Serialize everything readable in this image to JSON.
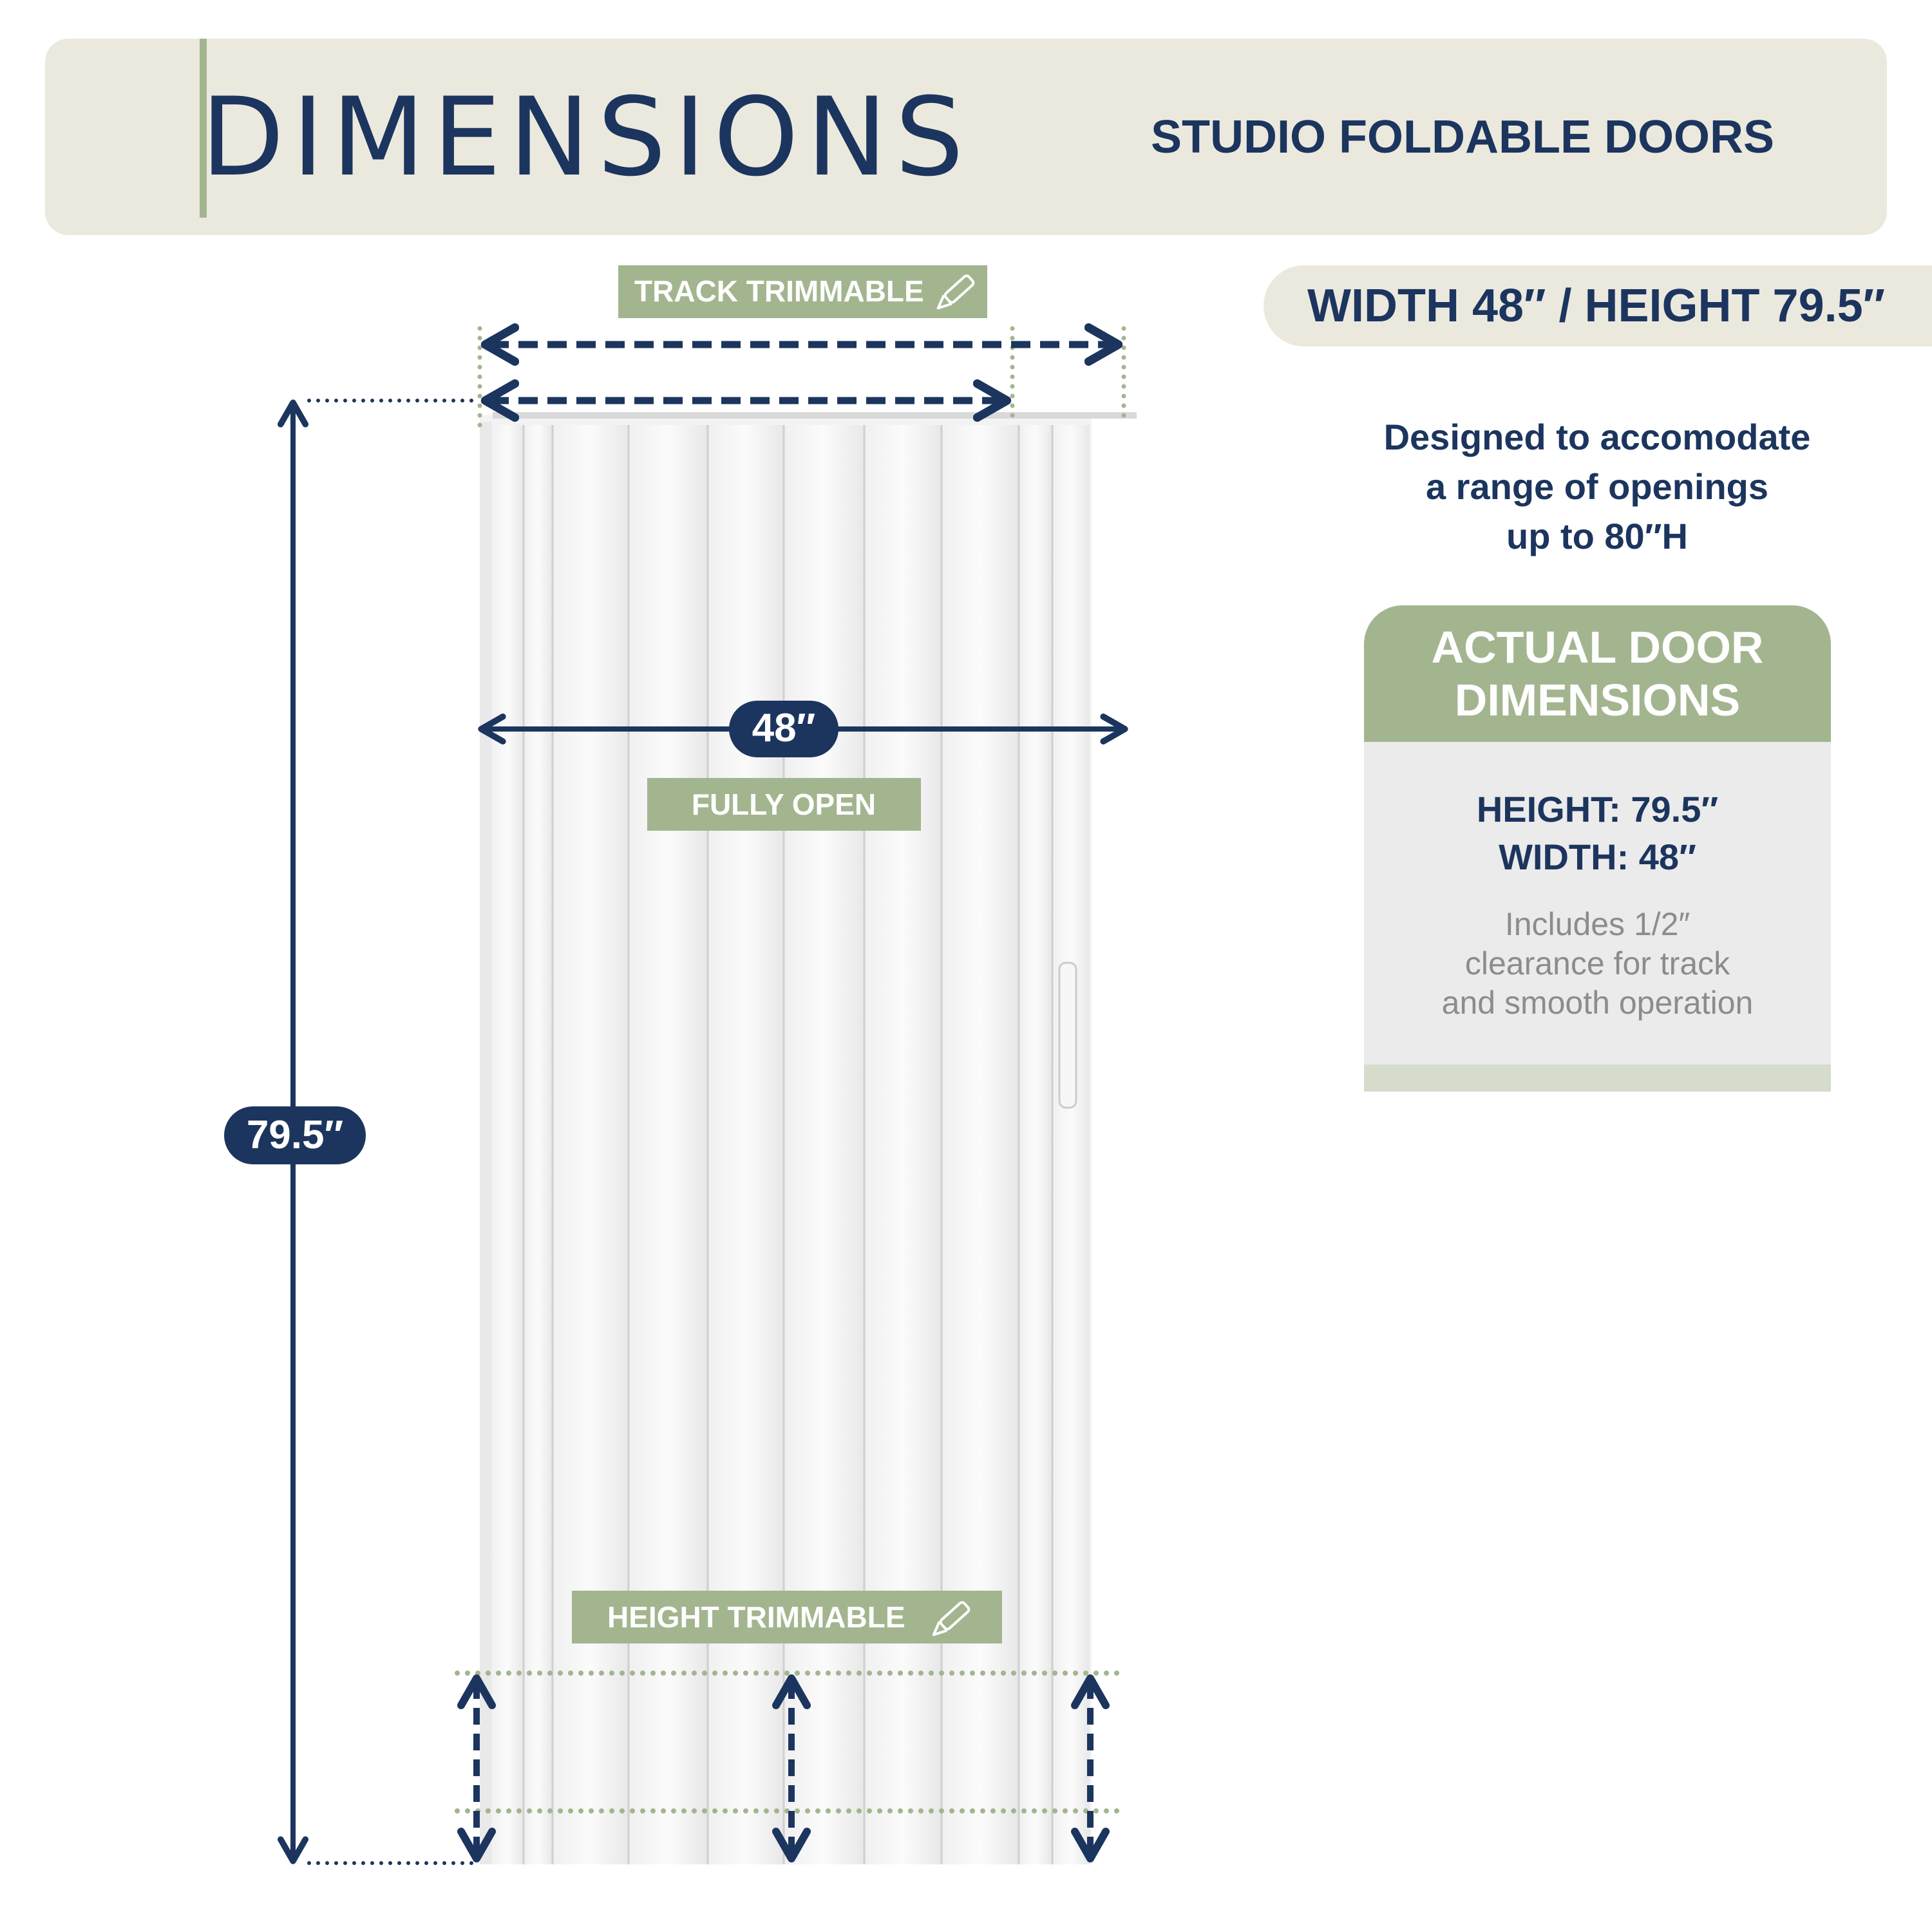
{
  "header": {
    "title": "DIMENSIONS",
    "subtitle": "STUDIO FOLDABLE DOORS"
  },
  "size_pill": "WIDTH 48″ / HEIGHT 79.5″",
  "description": [
    "Designed to accomodate",
    "a range of openings",
    "up to 80″H"
  ],
  "card": {
    "title": [
      "ACTUAL DOOR",
      "DIMENSIONS"
    ],
    "specs": [
      "HEIGHT: 79.5″",
      "WIDTH: 48″"
    ],
    "note": [
      "Includes 1/2″",
      "clearance for track",
      "and smooth operation"
    ]
  },
  "diagram": {
    "track_label": "TRACK TRIMMABLE",
    "width_badge": "48″",
    "width_caption": "FULLY OPEN",
    "height_badge": "79.5″",
    "height_trim_label": "HEIGHT TRIMMABLE"
  },
  "icons": {
    "trim_icon": "knife-icon",
    "track_hardware": "track-rail"
  },
  "colors": {
    "navy": "#1c355e",
    "sage": "#a3b58f",
    "beige": "#ebe9de",
    "card_gray": "#ebebeb",
    "note_gray": "#8c8c8c"
  }
}
